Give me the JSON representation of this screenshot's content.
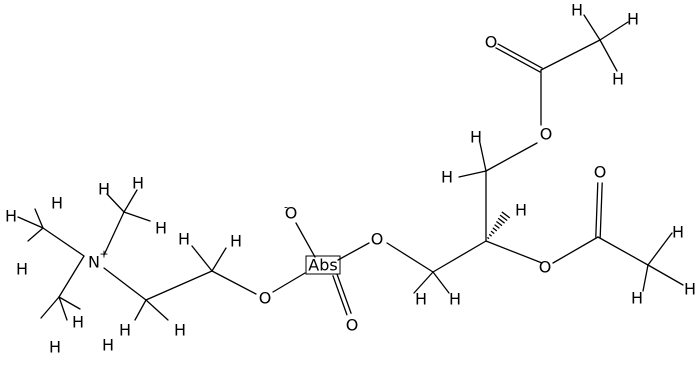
{
  "molecule": {
    "atom_labels": {
      "nitrogen": "N",
      "nitrogen_charge": "+",
      "phosphorus_label": "Abs",
      "hydrogen": "H",
      "oxygen": "O",
      "oxygen_minus": "O",
      "oxygen_minus_charge": "-"
    }
  }
}
